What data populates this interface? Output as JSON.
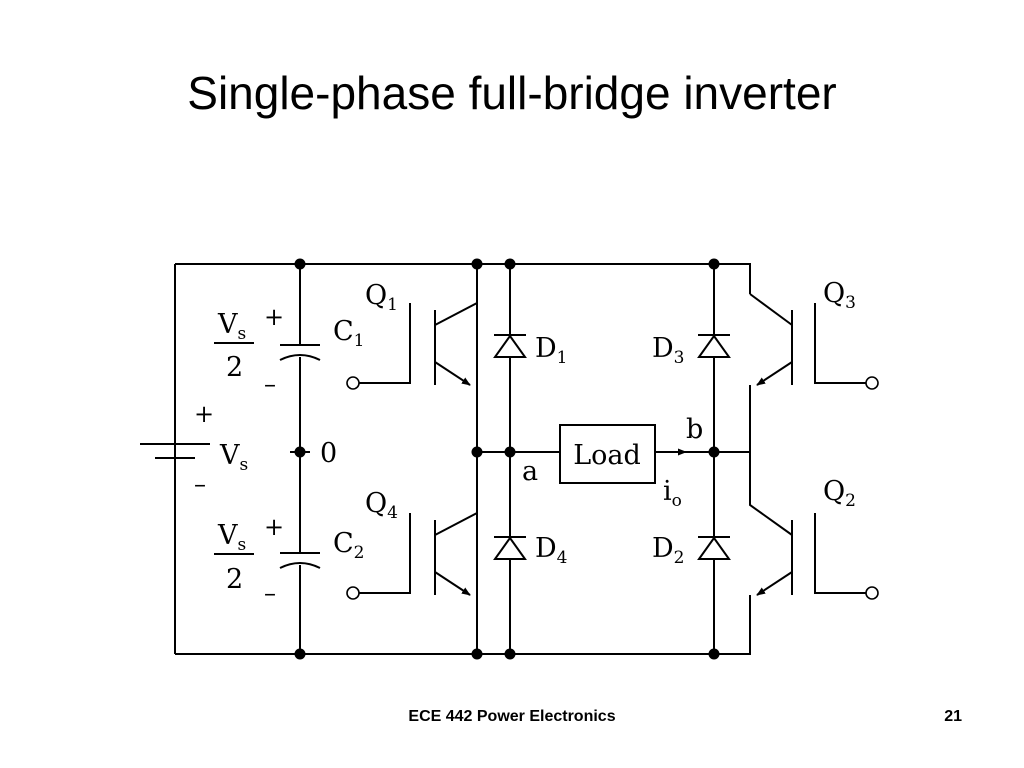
{
  "slide": {
    "title": "Single-phase full-bridge inverter",
    "footer": "ECE 442 Power Electronics",
    "page_number": "21"
  },
  "circuit": {
    "source": {
      "plus": "+",
      "name": "V",
      "sub": "s",
      "minus": "–"
    },
    "c1": {
      "fraction_num": "V",
      "fraction_num_sub": "s",
      "fraction_den": "2",
      "plus": "+",
      "minus": "–",
      "name": "C",
      "sub": "1"
    },
    "c2": {
      "fraction_num": "V",
      "fraction_num_sub": "s",
      "fraction_den": "2",
      "plus": "+",
      "minus": "–",
      "name": "C",
      "sub": "2"
    },
    "midpoint": "0",
    "q1": {
      "name": "Q",
      "sub": "1"
    },
    "q2": {
      "name": "Q",
      "sub": "2"
    },
    "q3": {
      "name": "Q",
      "sub": "3"
    },
    "q4": {
      "name": "Q",
      "sub": "4"
    },
    "d1": {
      "name": "D",
      "sub": "1"
    },
    "d2": {
      "name": "D",
      "sub": "2"
    },
    "d3": {
      "name": "D",
      "sub": "3"
    },
    "d4": {
      "name": "D",
      "sub": "4"
    },
    "load": "Load",
    "node_a": "a",
    "node_b": "b",
    "current": {
      "name": "i",
      "sub": "o"
    }
  }
}
